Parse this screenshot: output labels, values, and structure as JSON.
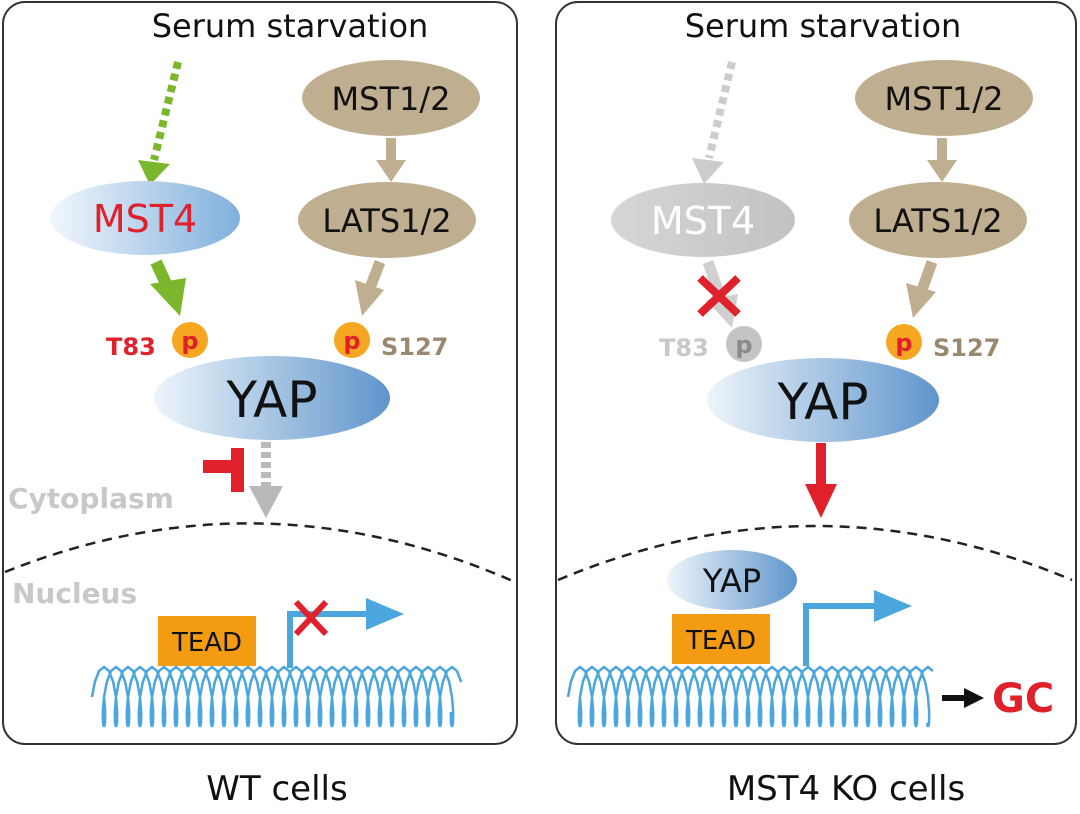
{
  "colors": {
    "panel_border": "#333333",
    "tan": "#bfae8f",
    "mst4_blue": "#a9cbe8",
    "yap_blue": "#6e9fd2",
    "green": "#7cb62c",
    "red": "#e0202a",
    "orange_p": "#f5a722",
    "tead": "#f39c12",
    "dna": "#4aa6dd",
    "gray": "#c4c4c4",
    "label_gray": "#c8c8c8",
    "s127": "#9a8870",
    "gc_red": "#e0202a"
  },
  "wt": {
    "title": "Serum starvation",
    "mst12": "MST1/2",
    "lats12": "LATS1/2",
    "mst4": "MST4",
    "yap": "YAP",
    "p_left": "p",
    "p_right": "p",
    "t83": "T83",
    "s127": "S127",
    "cytoplasm": "Cytoplasm",
    "nucleus": "Nucleus",
    "tead": "TEAD",
    "caption": "WT cells"
  },
  "ko": {
    "title": "Serum starvation",
    "mst12": "MST1/2",
    "lats12": "LATS1/2",
    "mst4": "MST4",
    "yap": "YAP",
    "yap_nuclear": "YAP",
    "p_left": "p",
    "p_right": "p",
    "t83": "T83",
    "s127": "S127",
    "tead": "TEAD",
    "gc": "GC",
    "caption": "MST4 KO cells"
  }
}
